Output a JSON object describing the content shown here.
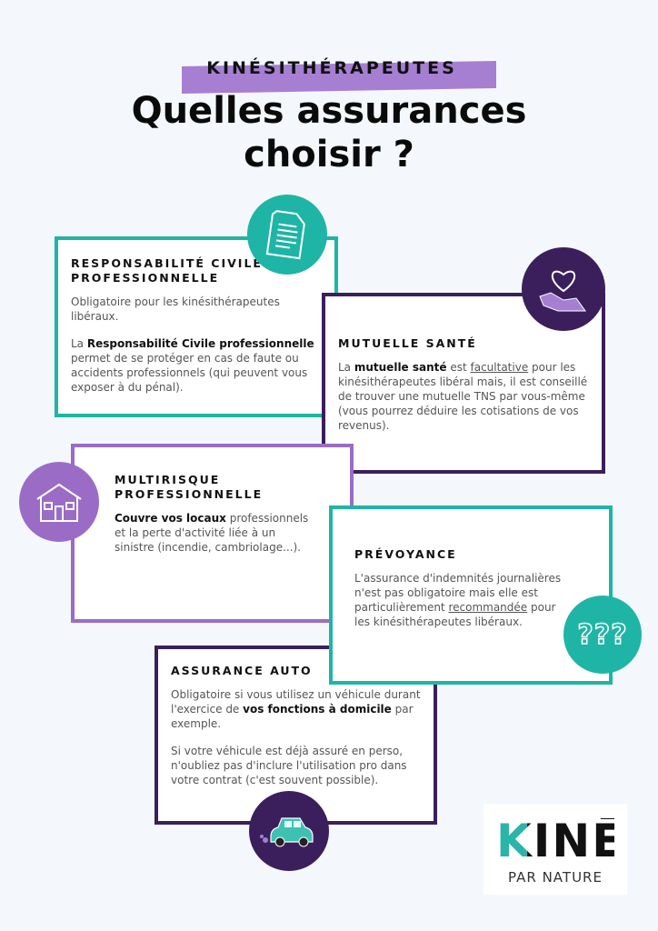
{
  "header": {
    "kicker": "KINÉSITHÉRAPEUTES",
    "title_line1": "Quelles assurances",
    "title_line2": "choisir ?"
  },
  "colors": {
    "teal": "#1fb5a6",
    "dark_purple": "#3b1f5c",
    "purple": "#9b6cc6",
    "highlight": "#a67fd2"
  },
  "cards": [
    {
      "title": "RESPONSABILITÉ CIVILE PROFESSIONNELLE",
      "p1": "Obligatoire pour les kinésithérapeutes libéraux.",
      "p2_pre": "La ",
      "p2_bold": "Responsabilité Civile professionnelle",
      "p2_post": " permet de se protéger en cas de faute ou accidents professionnels (qui peuvent vous exposer à du pénal).",
      "icon": "document-icon"
    },
    {
      "title": "MUTUELLE SANTÉ",
      "p1_pre": "La ",
      "p1_bold": "mutuelle santé",
      "p1_mid": " est ",
      "p1_underline": "facultative",
      "p1_post": " pour les kinésithérapeutes libéral mais, il est conseillé de trouver une mutuelle TNS par vous-même (vous pourrez déduire les cotisations de vos revenus).",
      "icon": "heart-hand-icon"
    },
    {
      "title": "MULTIRISQUE PROFESSIONNELLE",
      "p1_bold": "Couvre vos locaux",
      "p1_post": " professionnels et la perte d'activité liée à un sinistre (incendie, cambriolage...).",
      "icon": "house-icon"
    },
    {
      "title": "PRÉVOYANCE",
      "p1_pre": "L'assurance d'indemnités journalières n'est pas obligatoire mais elle est particulièrement ",
      "p1_underline": "recommandée",
      "p1_post": " pour les kinésithérapeutes libéraux.",
      "icon": "question-marks-icon",
      "icon_text": "???"
    },
    {
      "title": "ASSURANCE AUTO",
      "p1_pre": "Obligatoire si vous utilisez un véhicule durant l'exercice de ",
      "p1_bold": "vos fonctions à domicile",
      "p1_post": " par exemple.",
      "p2": "Si votre véhicule est déjà assuré en perso, n'oubliez pas d'inclure l'utilisation pro dans votre contrat (c'est souvent possible).",
      "icon": "car-icon"
    }
  ],
  "logo": {
    "brand": "KINĒ",
    "tagline": "PAR NATURE"
  }
}
